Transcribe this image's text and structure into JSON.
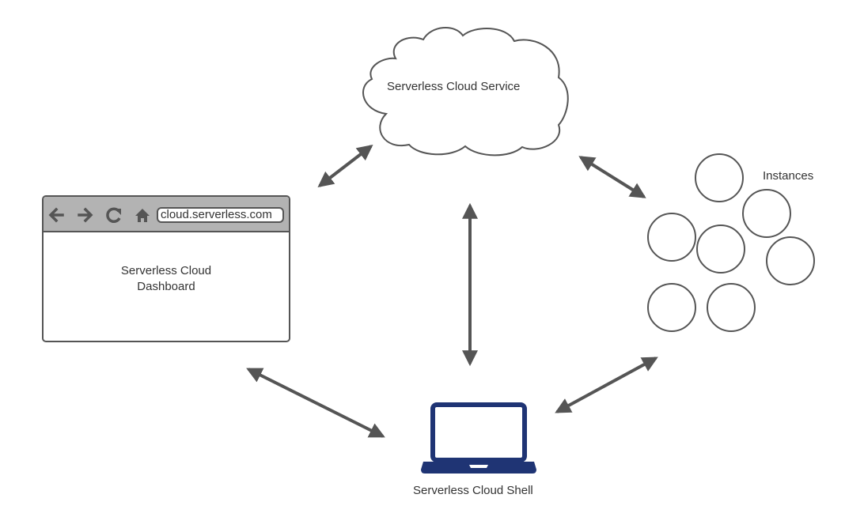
{
  "diagram": {
    "title": "Serverless Cloud architecture",
    "nodes": {
      "cloud_service": {
        "label": "Serverless Cloud Service",
        "icon": "cloud-icon"
      },
      "dashboard": {
        "label_line1": "Serverless Cloud",
        "label_line2": "Dashboard",
        "url": "cloud.serverless.com",
        "nav_icons": [
          "back-arrow-icon",
          "forward-arrow-icon",
          "reload-icon",
          "home-icon"
        ]
      },
      "instances": {
        "label": "Instances",
        "count": 7,
        "icon": "instance-circle-icon"
      },
      "shell": {
        "label": "Serverless Cloud Shell",
        "icon": "laptop-icon"
      }
    },
    "connections": [
      {
        "from": "dashboard",
        "to": "cloud_service",
        "direction": "bidirectional"
      },
      {
        "from": "cloud_service",
        "to": "instances",
        "direction": "bidirectional"
      },
      {
        "from": "cloud_service",
        "to": "shell",
        "direction": "bidirectional"
      },
      {
        "from": "dashboard",
        "to": "shell",
        "direction": "bidirectional"
      },
      {
        "from": "shell",
        "to": "instances",
        "direction": "bidirectional"
      }
    ],
    "colors": {
      "stroke": "#555555",
      "arrow": "#555555",
      "browser_bar": "#b3b3b3",
      "laptop": "#1f3474",
      "text": "#333333"
    }
  }
}
